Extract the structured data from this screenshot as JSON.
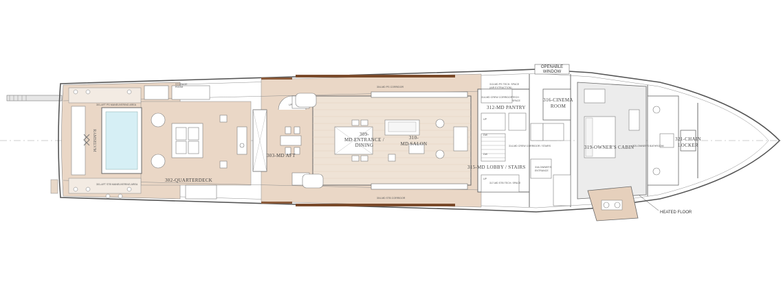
{
  "plan": {
    "callouts": {
      "openable_window": [
        "OPENABLE",
        "WINDOW"
      ],
      "heated_floor": "HEATED FLOOR"
    },
    "rooms": {
      "quarterdeck": "302-QUARTERDECK",
      "md_salon": [
        "310-",
        "MD SALON"
      ],
      "md_entrance_dining": [
        "309-",
        "MD ENTRANCE /",
        "DINING"
      ],
      "md_pantry": "312-MD PANTRY",
      "md_lobby_stairs": "315-MD LOBBY / STAIRS",
      "cinema_room": [
        "316-CINEMA",
        "ROOM"
      ],
      "owners_cabin": "319-OWNER'S CABIN",
      "chain_locker": [
        "321-CHAIN",
        "LOCKER"
      ],
      "md_aft": "303-MD AFT"
    },
    "small_labels": {
      "ps_corridor": "304-MD PS CORRIDOR",
      "stb_corridor": "304-MD STB CORRIDOR",
      "aft_ps_maneuvering": "301-AFT PS MANEUVERING AREA",
      "aft_stb_maneuvering": "301-AFT STB MANEUVERING AREA",
      "tech_space": [
        "313-MD PS TECH. SPACE",
        "(AIR EXTRACTION)"
      ],
      "crew_corridor": "314-MD CREW CORRIDOR",
      "tech_space_small": [
        "TECH",
        "SPACE"
      ],
      "crew_corridor_stairs": "314-MD CREW CORRIDOR / STAIRS",
      "owners_entrance": [
        "318-OWNER'S",
        "ENTRANCE"
      ],
      "stb_tech_space": "317-MD STB TECH. SPACE",
      "owners_bathroom": "320-OWNER'S BATHROOM",
      "storage_a": [
        "STORAGE",
        "ROOM"
      ],
      "up": "UP",
      "dw": "DW"
    },
    "logo": "RAMSELVM"
  }
}
